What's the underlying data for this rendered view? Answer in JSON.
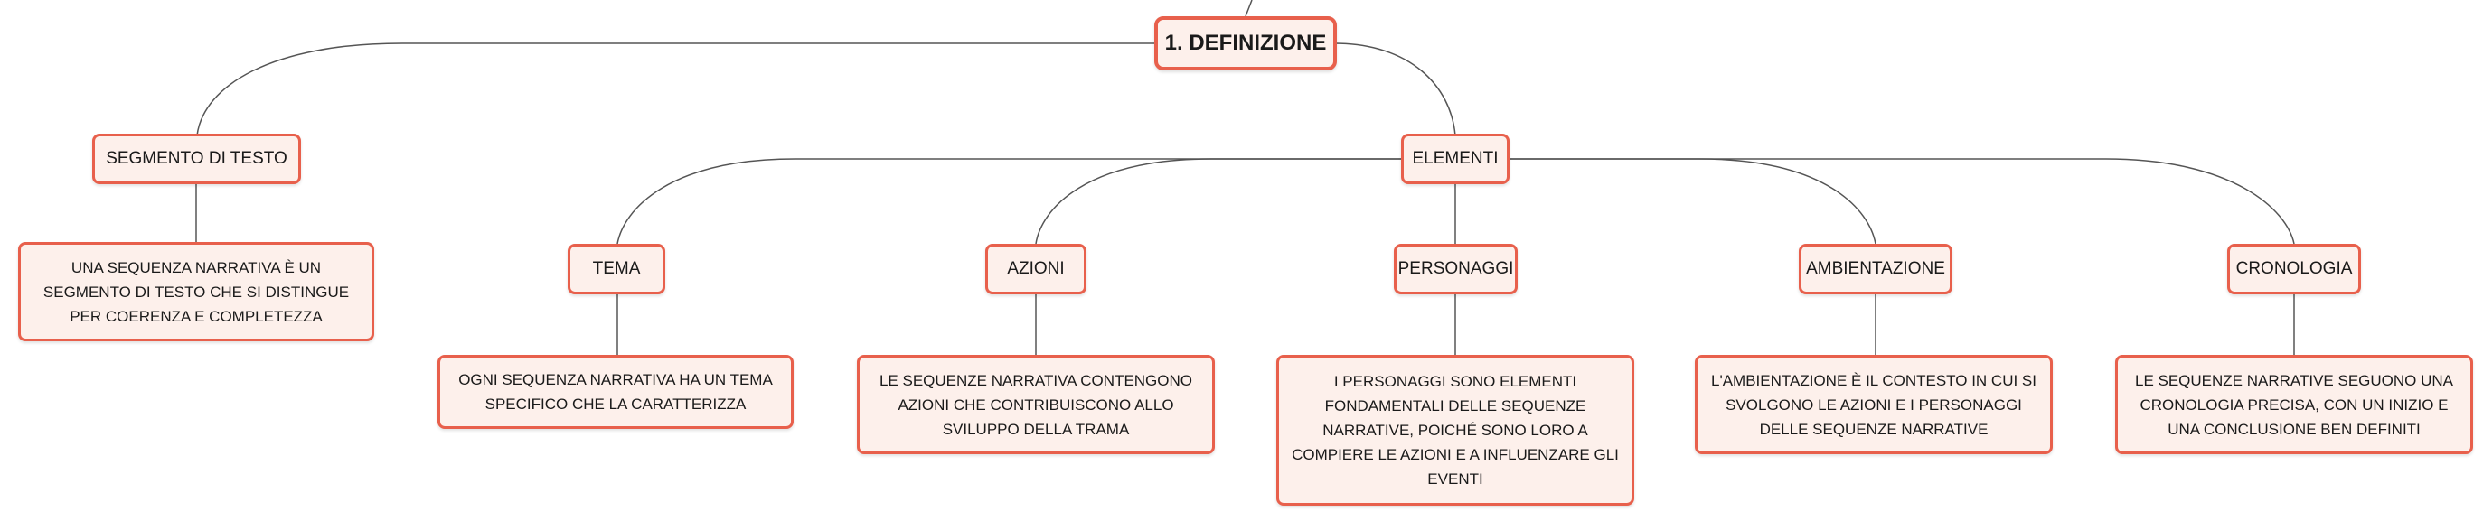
{
  "colors": {
    "node_border": "#e8604c",
    "node_fill": "#fdf0eb",
    "line": "#555555"
  },
  "central": {
    "label": "1. DEFINIZIONE"
  },
  "segmento": {
    "label": "SEGMENTO DI TESTO",
    "note": "UNA SEQUENZA NARRATIVA È UN SEGMENTO DI TESTO CHE SI DISTINGUE PER COERENZA E COMPLETEZZA"
  },
  "elementi": {
    "label": "ELEMENTI",
    "children": [
      {
        "label": "TEMA",
        "note": "OGNI SEQUENZA NARRATIVA HA UN TEMA SPECIFICO CHE LA CARATTERIZZA"
      },
      {
        "label": "AZIONI",
        "note": "LE SEQUENZE NARRATIVA CONTENGONO AZIONI CHE CONTRIBUISCONO ALLO SVILUPPO DELLA TRAMA"
      },
      {
        "label": "PERSONAGGI",
        "note": "I PERSONAGGI SONO ELEMENTI FONDAMENTALI DELLE SEQUENZE NARRATIVE, POICHÉ SONO LORO A COMPIERE LE AZIONI E A INFLUENZARE GLI EVENTI"
      },
      {
        "label": "AMBIENTAZIONE",
        "note": "L'AMBIENTAZIONE È IL CONTESTO IN CUI SI SVOLGONO LE AZIONI E I PERSONAGGI DELLE SEQUENZE NARRATIVE"
      },
      {
        "label": "CRONOLOGIA",
        "note": "LE SEQUENZE NARRATIVE SEGUONO UNA CRONOLOGIA PRECISA, CON UN INIZIO E UNA CONCLUSIONE BEN DEFINITI"
      }
    ]
  }
}
